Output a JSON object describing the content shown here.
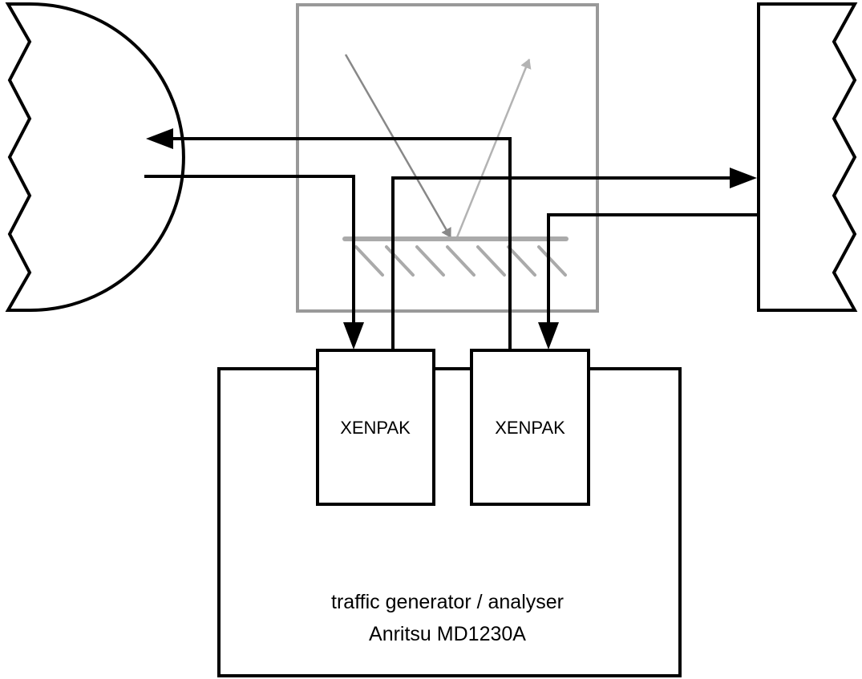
{
  "modules": [
    {
      "label": "XENPAK"
    },
    {
      "label": "XENPAK"
    }
  ],
  "device": {
    "line1": "traffic generator / analyser",
    "line2": "Anritsu MD1230A"
  },
  "colors": {
    "stroke": "#000000",
    "splitter_frame": "#999999",
    "beam_in": "#888888",
    "beam_out": "#b3b3b3",
    "mirror": "#aaaaaa"
  }
}
